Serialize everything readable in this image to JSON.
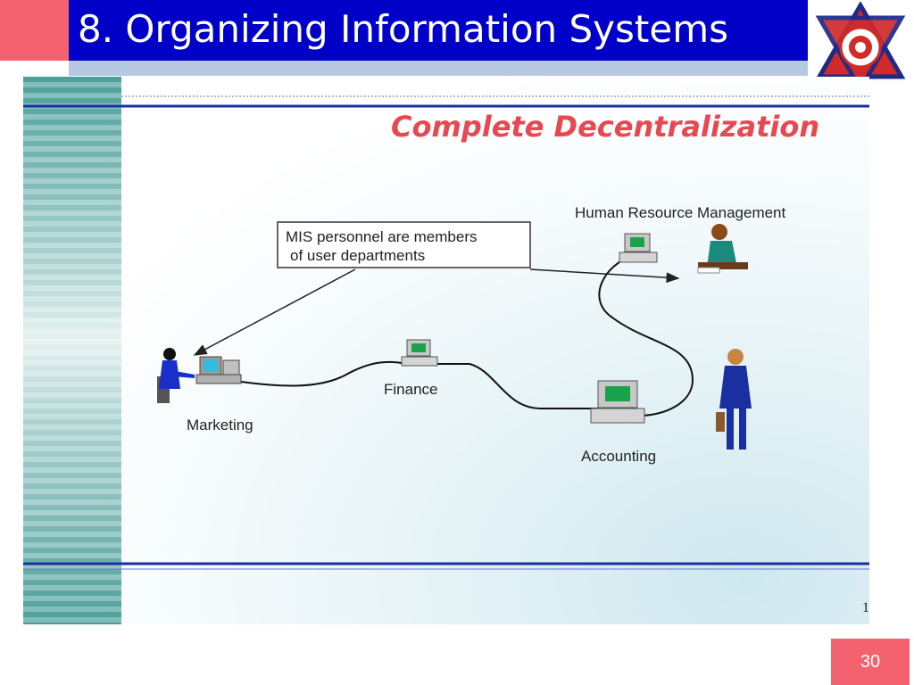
{
  "slide": {
    "title": "8. Organizing Information Systems",
    "page_number": "30"
  },
  "diagram": {
    "heading": "Complete Decentralization",
    "callout_line1": "MIS personnel are members",
    "callout_line2": "of user departments",
    "departments": {
      "hrm": "Human Resource Management",
      "finance": "Finance",
      "marketing": "Marketing",
      "accounting": "Accounting"
    },
    "footer_mark": "1"
  },
  "colors": {
    "title_bar": "#0000c8",
    "accent_pink": "#f4626f",
    "heading_red": "#e8484f",
    "rule_blue": "#1a2fa0"
  },
  "logo": {
    "label": "emblem"
  }
}
